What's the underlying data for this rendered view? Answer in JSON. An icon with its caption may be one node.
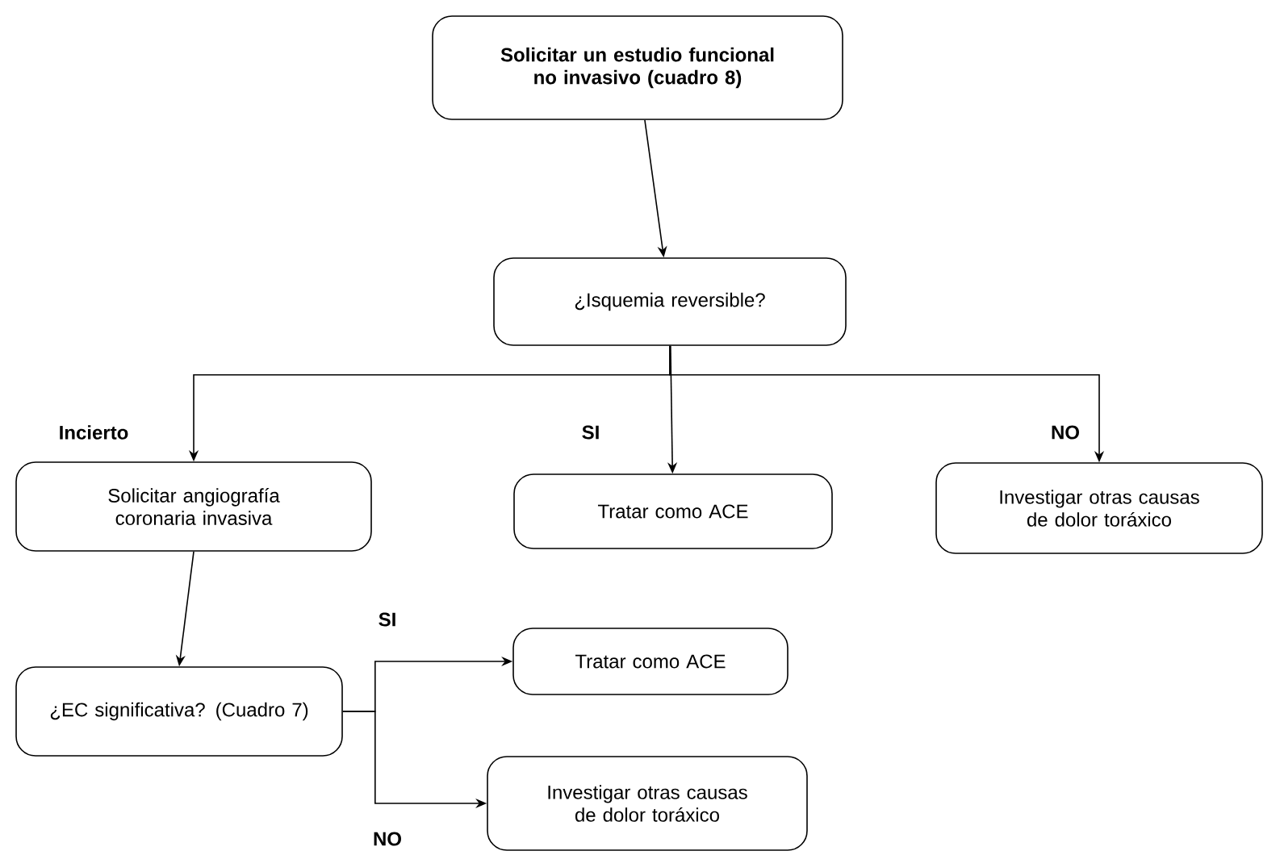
{
  "diagram": {
    "nodes": [
      {
        "text": [
          "Solicitar un estudio funcional no invasivo (cuadro 8)"
        ]
      },
      {
        "text": [
          "¿Isquemia reversible?"
        ]
      },
      {
        "text": [
          "Solicitar angiografía coronaria invasiva"
        ]
      },
      {
        "text": [
          "Tratar como ACE"
        ]
      },
      {
        "text": [
          "Investigar otras causas de dolor toráxico"
        ]
      },
      {
        "text": [
          "¿EC significativa? (Cuadro 7)"
        ]
      },
      {
        "text": [
          "Tratar como ACE"
        ]
      },
      {
        "text": [
          "Investigar otras causas de dolor toráxico"
        ]
      }
    ],
    "edges": [
      {
        "from": 0,
        "to": 1,
        "arrow": "to"
      },
      {
        "from": 1,
        "to": 2,
        "arrow": "to",
        "label": "Incierto"
      },
      {
        "from": 1,
        "to": 3,
        "arrow": "to",
        "label": "SI"
      },
      {
        "from": 1,
        "to": 4,
        "arrow": "to",
        "label": "NO"
      },
      {
        "from": 2,
        "to": 5,
        "arrow": "to"
      },
      {
        "from": 5,
        "to": 6,
        "arrow": "to",
        "label": "SI"
      },
      {
        "from": 5,
        "to": 7,
        "arrow": "to",
        "label": "NO"
      }
    ]
  }
}
